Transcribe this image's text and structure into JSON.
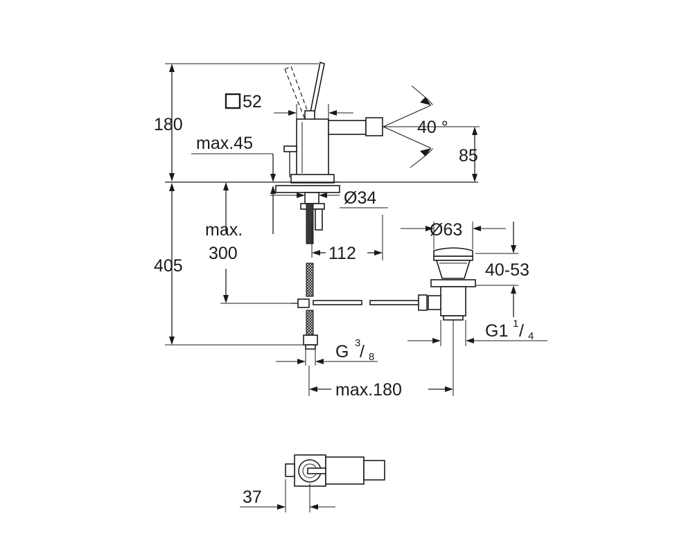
{
  "dimensions": {
    "total_height": "180",
    "square_size_prefix": "□",
    "square_size": "52",
    "max_45": "max.45",
    "angle": "40 °",
    "spout_height": "85",
    "hole_diameter": "Ø34",
    "max_300_line1": "max.",
    "max_300_line2": "300",
    "reach_112": "112",
    "below_height": "405",
    "waste_diameter": "Ø63",
    "waste_range": "40-53",
    "waste_thread_main": "G1",
    "waste_thread_num": "1",
    "waste_thread_den": "4",
    "inlet_thread_main": "G",
    "inlet_thread_num": "3",
    "inlet_thread_den": "8",
    "max_180": "max.180",
    "top_view_37": "37"
  }
}
